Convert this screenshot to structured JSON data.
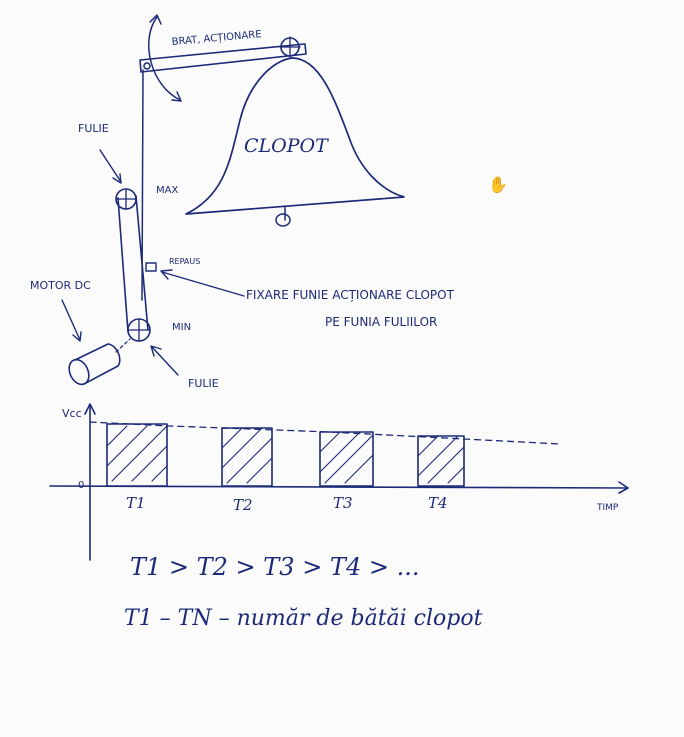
{
  "labels": {
    "arm": "BRAT, ACȚIONARE",
    "bell": "CLOPOT",
    "pulley_top": "FULIE",
    "pulley_bottom": "FULIE",
    "max": "MAX",
    "rest": "REPAUS",
    "min": "MIN",
    "motor": "MOTOR DC",
    "fix_line1": "FIXARE FUNIE ACȚIONARE CLOPOT",
    "fix_line2": "PE FUNIA FULIILOR"
  },
  "graph": {
    "y_axis_label": "Vcc",
    "x_axis_label": "TIMP",
    "origin_label": "0",
    "pulses": [
      "T1",
      "T2",
      "T3",
      "T4"
    ]
  },
  "notes": {
    "inequality": "T1 > T2 > T3 > T4 > ...",
    "definition": "T1 – TN – număr de bătăi clopot"
  },
  "colors": {
    "ink": "#1d2a78",
    "paper": "#fbfbfb"
  }
}
